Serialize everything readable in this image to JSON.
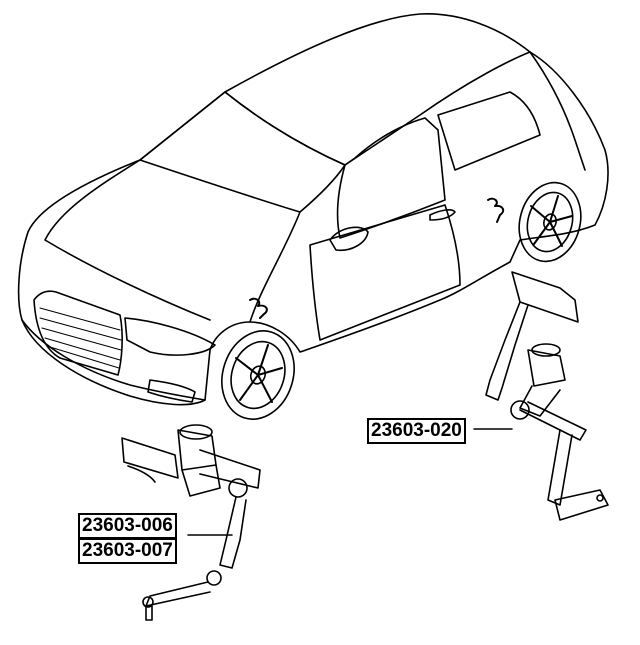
{
  "figure": {
    "subject": "vehicle",
    "part_labels": {
      "rear_sensor": "23603-020",
      "front_sensor_1": "23603-006",
      "front_sensor_2": "23603-007"
    }
  }
}
